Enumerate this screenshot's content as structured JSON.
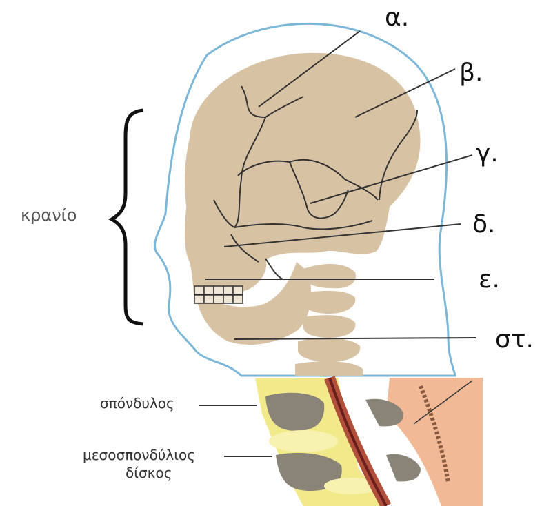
{
  "labels": {
    "alpha": "α.",
    "beta": "β.",
    "gamma": "γ.",
    "delta": "δ.",
    "epsilon": "ε.",
    "st": "στ."
  },
  "kranio": "κρανίο",
  "sponylos": "σπόνδυλος",
  "disk_line1": "μεσοσπονδύλιος",
  "disk_line2": "δίσκος",
  "colors": {
    "bone": "#d8c2a4",
    "outline": "#7db7d8",
    "vertebra_dark": "#8a8378",
    "disc_yellow": "#f2ea8a",
    "cord_red": "#b0503a",
    "tissue_pink": "#f1b995"
  }
}
